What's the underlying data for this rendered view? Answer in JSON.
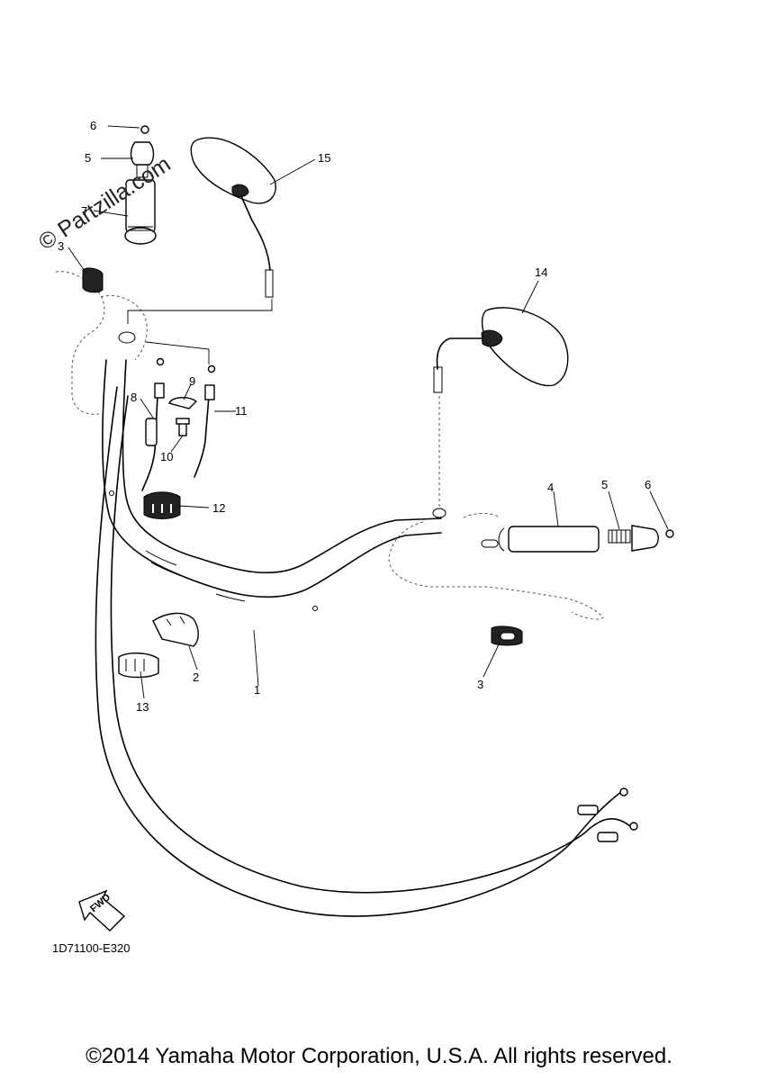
{
  "watermark": "© Partzilla.com",
  "diagram_code": "1D71100-E320",
  "fwd_label": "FWD",
  "copyright": "©2014 Yamaha Motor Corporation, U.S.A. All rights reserved.",
  "callouts": {
    "c6_left": "6",
    "c5_left": "5",
    "c7": "7",
    "c3_left": "3",
    "c15": "15",
    "c14": "14",
    "c8": "8",
    "c9": "9",
    "c10": "10",
    "c11": "11",
    "c12": "12",
    "c2": "2",
    "c1": "1",
    "c13": "13",
    "c4": "4",
    "c5_right": "5",
    "c6_right": "6",
    "c3_right": "3"
  }
}
